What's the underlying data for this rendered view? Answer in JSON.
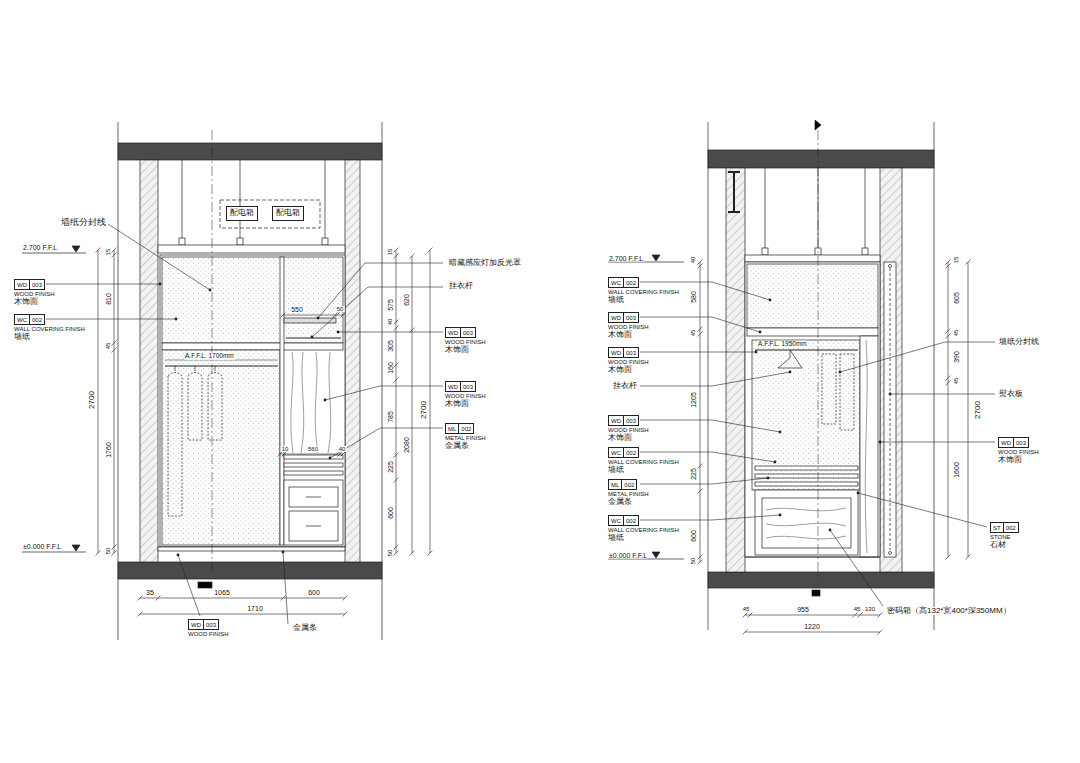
{
  "diagram": {
    "nodes": [
      {
        "text": [
          "WD",
          "003",
          "WOOD FINISH",
          "木饰面"
        ]
      },
      {
        "text": [
          "WC",
          "002",
          "WALL COVERING FINISH",
          "墙纸"
        ]
      },
      {
        "text": [
          "配电箱"
        ]
      },
      {
        "text": [
          "配电箱"
        ]
      },
      {
        "text": [
          "WD",
          "003",
          "WOOD FINISH",
          "木饰面"
        ]
      },
      {
        "text": [
          "WD",
          "003",
          "WOOD FINISH",
          "木饰面"
        ]
      },
      {
        "text": [
          "ML",
          "002",
          "METAL FINISH",
          "金属条"
        ]
      },
      {
        "text": [
          "WD",
          "003",
          "WOOD FINISH"
        ]
      },
      {
        "text": [
          "WC",
          "002",
          "WALL COVERING FINISH",
          "墙纸"
        ]
      },
      {
        "text": [
          "WD",
          "003",
          "WOOD FINISH",
          "木饰面"
        ]
      },
      {
        "text": [
          "WD",
          "003",
          "WOOD FINISH",
          "木饰面"
        ]
      },
      {
        "text": [
          "WD",
          "003",
          "WOOD FINISH",
          "木饰面"
        ]
      },
      {
        "text": [
          "WC",
          "002",
          "WALL COVERING FINISH",
          "墙纸"
        ]
      },
      {
        "text": [
          "ML",
          "002",
          "METAL FINISH",
          "金属条"
        ]
      },
      {
        "text": [
          "WC",
          "002",
          "WALL COVERING FINISH",
          "墙纸"
        ]
      },
      {
        "text": [
          "WD",
          "003",
          "WOOD FINISH",
          "木饰面"
        ]
      },
      {
        "text": [
          "ST",
          "002",
          "STONE",
          "石材"
        ]
      }
    ],
    "labels": [
      "墙纸分封线",
      "2.700 F.F.L",
      "±0.000 F.F.L",
      "2700",
      "15",
      "810",
      "45",
      "1760",
      "50",
      "A.F.F.L. 1700mm",
      "550",
      "50",
      "10",
      "560",
      "40",
      "暗藏感应灯加反光罩",
      "挂衣杆",
      "15",
      "575",
      "40",
      "305",
      "160",
      "785",
      "225",
      "600",
      "50",
      "620",
      "2080",
      "2700",
      "35",
      "1065",
      "600",
      "1710",
      "金属条",
      "2.700 F.F.L",
      "±0.000 F.F.L",
      "40",
      "580",
      "45",
      "1205",
      "225",
      "600",
      "50",
      "A.F.F.L. 1950mm",
      "挂衣杆",
      "墙纸分封线",
      "熨衣板",
      "15",
      "605",
      "45",
      "390",
      "45",
      "1600",
      "2700",
      "45",
      "955",
      "45",
      "130",
      "1220",
      "密码箱（高132*宽400*深350MM）"
    ]
  }
}
